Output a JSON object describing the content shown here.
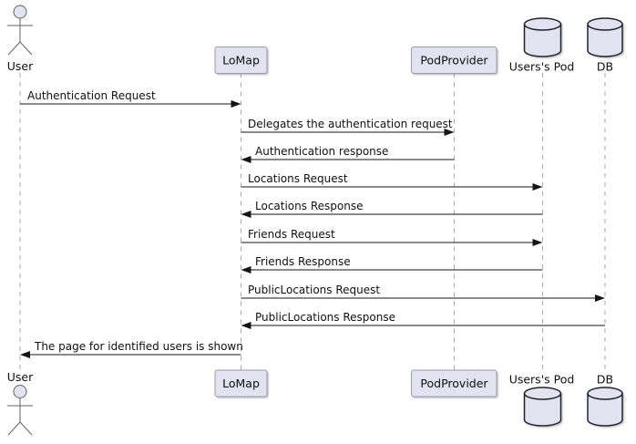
{
  "diagram": {
    "kind": "sequence-diagram",
    "colors": {
      "background": "#FFFFFF",
      "shape_fill": "#E2E2F0",
      "box_border": "#9A9AA8",
      "database_stroke": "#20202A",
      "actor_stroke": "#62626C",
      "lifeline": "#A9A9A9",
      "arrow": "#151515",
      "text": "#101010"
    },
    "participants": [
      {
        "id": "user",
        "type": "actor",
        "label": "User"
      },
      {
        "id": "lomap",
        "type": "participant",
        "label": "LoMap"
      },
      {
        "id": "podprovider",
        "type": "participant",
        "label": "PodProvider"
      },
      {
        "id": "userspod",
        "type": "database",
        "label": "Users's Pod"
      },
      {
        "id": "db",
        "type": "database",
        "label": "DB"
      }
    ],
    "messages": [
      {
        "from": "User",
        "to": "LoMap",
        "label": "Authentication Request"
      },
      {
        "from": "LoMap",
        "to": "PodProvider",
        "label": "Delegates the authentication request"
      },
      {
        "from": "PodProvider",
        "to": "LoMap",
        "label": "Authentication response"
      },
      {
        "from": "LoMap",
        "to": "Users's Pod",
        "label": "Locations Request"
      },
      {
        "from": "Users's Pod",
        "to": "LoMap",
        "label": "Locations Response"
      },
      {
        "from": "LoMap",
        "to": "Users's Pod",
        "label": "Friends Request"
      },
      {
        "from": "Users's Pod",
        "to": "LoMap",
        "label": "Friends Response"
      },
      {
        "from": "LoMap",
        "to": "DB",
        "label": "PublicLocations Request"
      },
      {
        "from": "DB",
        "to": "LoMap",
        "label": "PublicLocations Response"
      },
      {
        "from": "LoMap",
        "to": "User",
        "label": "The page for identified users is shown"
      }
    ]
  }
}
